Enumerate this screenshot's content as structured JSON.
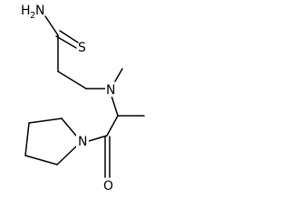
{
  "molecule": {
    "atoms": {
      "amide_n": "H",
      "amide_n_main": "N",
      "amide_n_count": "2",
      "sulfur": "S",
      "amine_n": "N",
      "pyrrolidine_n": "N",
      "oxygen": "O"
    }
  }
}
